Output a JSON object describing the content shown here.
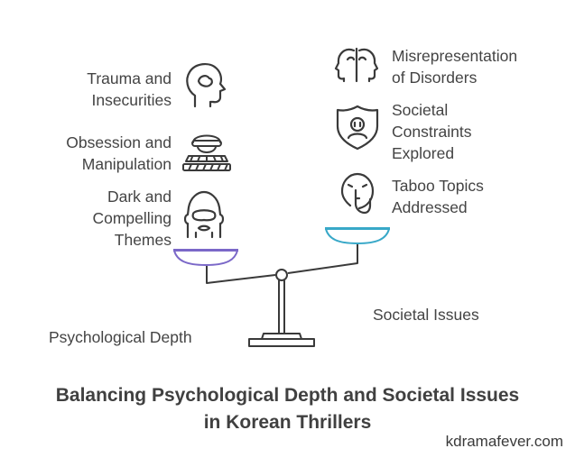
{
  "left_items": [
    {
      "label": "Trauma and\nInsecurities",
      "icon": "head-profile-icon"
    },
    {
      "label": "Obsession and\nManipulation",
      "icon": "masked-figure-icon"
    },
    {
      "label": "Dark and\nCompelling\nThemes",
      "icon": "ski-mask-icon"
    }
  ],
  "right_items": [
    {
      "label": "Misrepresentation\nof Disorders",
      "icon": "two-faces-icon"
    },
    {
      "label": "Societal\nConstraints\nExplored",
      "icon": "shield-person-icon"
    },
    {
      "label": "Taboo Topics\nAddressed",
      "icon": "shush-icon"
    }
  ],
  "left_side_label": "Psychological Depth",
  "right_side_label": "Societal Issues",
  "title": "Balancing Psychological Depth and Societal Issues\nin Korean Thrillers",
  "credit": "kdramafever.com",
  "colors": {
    "left_pan": "#7b68c8",
    "right_pan": "#38a8c8",
    "ink": "#3a3a3a"
  }
}
